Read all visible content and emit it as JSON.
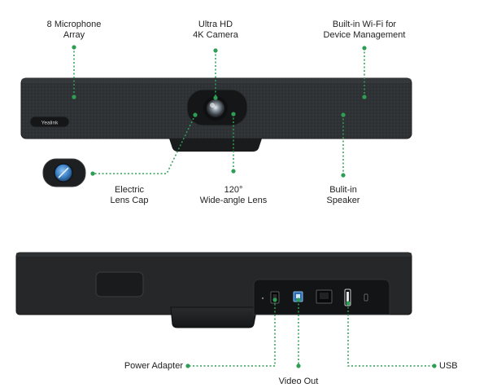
{
  "brand": "Yealink",
  "colors": {
    "leader_green": "#2e9e55",
    "bar_body": "#2b2d2f",
    "bar_fabric": "#33363a",
    "base": "#1e1f21",
    "port_blue": "#3a8fd6"
  },
  "callouts_top": [
    {
      "id": "mic",
      "label": "8 Microphone\nArray"
    },
    {
      "id": "camera",
      "label": "Ultra HD\n4K Camera"
    },
    {
      "id": "wifi",
      "label": "Built-in Wi-Fi for\nDevice Management"
    },
    {
      "id": "lenscap",
      "label": "Electric\nLens Cap"
    },
    {
      "id": "wideangle",
      "label": "120°\nWide-angle Lens"
    },
    {
      "id": "speaker",
      "label": "Bulit-in\nSpeaker"
    }
  ],
  "callouts_bottom": [
    {
      "id": "power",
      "label": "Power Adapter"
    },
    {
      "id": "video",
      "label": "Video Out"
    },
    {
      "id": "usb",
      "label": "USB"
    }
  ]
}
